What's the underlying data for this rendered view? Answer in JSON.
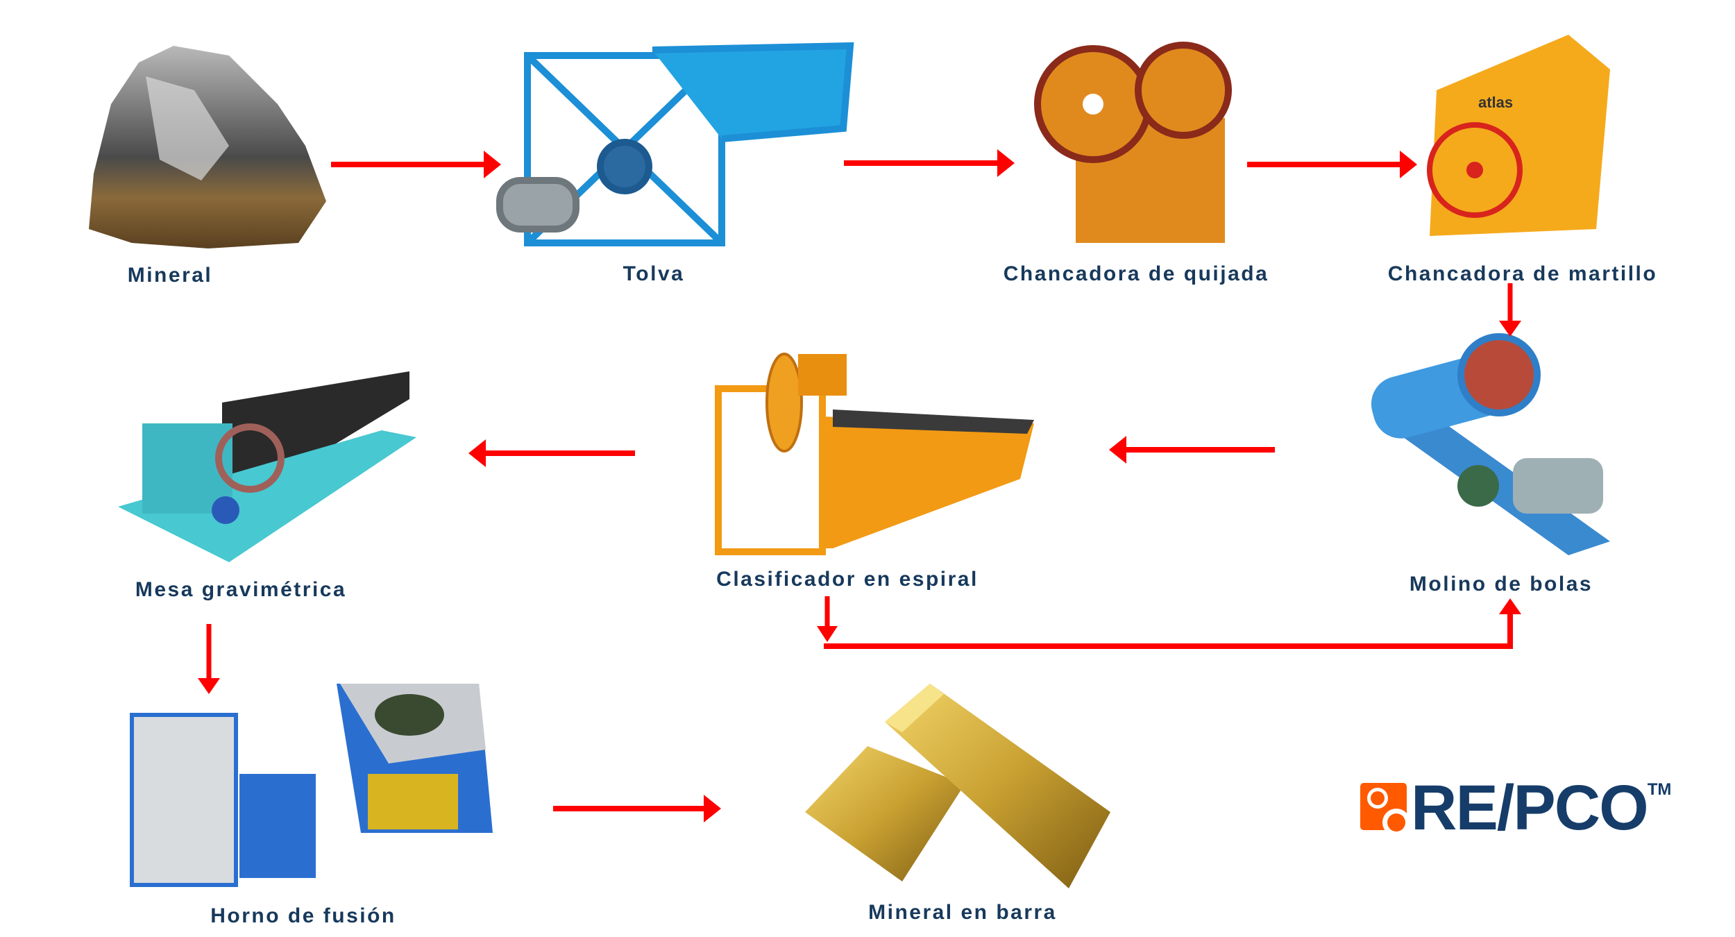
{
  "steps": [
    {
      "label": "Mineral"
    },
    {
      "label": "Tolva"
    },
    {
      "label": "Chancadora de quijada"
    },
    {
      "label": "Chancadora de martillo"
    },
    {
      "label": "Molino de bolas"
    },
    {
      "label": "Clasificador en espiral"
    },
    {
      "label": "Mesa gravimétrica"
    },
    {
      "label": "Horno de fusión"
    },
    {
      "label": "Mineral en barra"
    }
  ],
  "logo": {
    "text": "RE/PCO",
    "tm": "TM"
  },
  "colors": {
    "arrow": "#ff0000",
    "label": "#17395c",
    "logo_blue": "#163d69",
    "logo_orange": "#ff5a00"
  }
}
